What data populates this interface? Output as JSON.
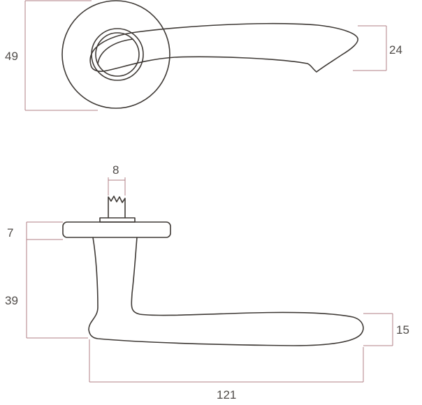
{
  "colors": {
    "outline": "#3f3a36",
    "dimension_line": "#b07f84",
    "label_text": "#4f4b48",
    "background": "#ffffff"
  },
  "dimensions": {
    "top_view_rose_diameter": "49",
    "top_view_lever_width": "24",
    "spindle_width": "8",
    "rose_thickness": "7",
    "lever_height": "39",
    "lever_end_thickness": "15",
    "lever_length": "121"
  }
}
